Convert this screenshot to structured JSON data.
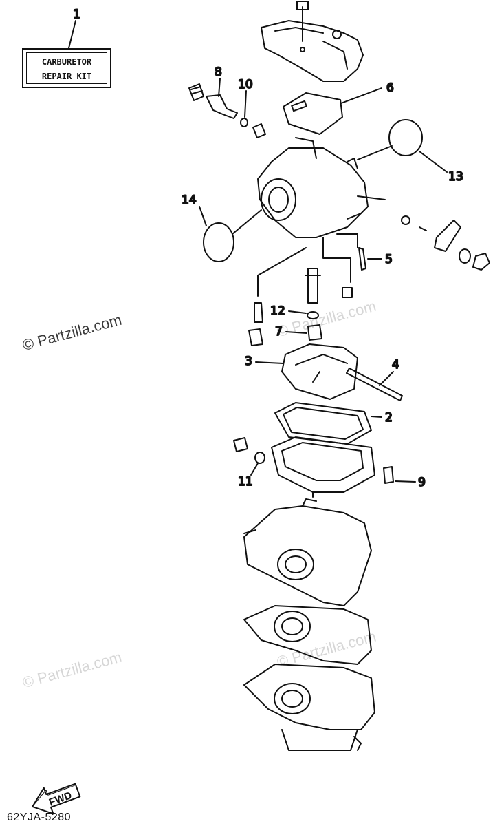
{
  "kit_box": {
    "line1": "CARBURETOR",
    "line2": "REPAIR KIT"
  },
  "callouts": {
    "c1": "1",
    "c2": "2",
    "c3": "3",
    "c4": "4",
    "c5": "5",
    "c6": "6",
    "c7": "7",
    "c8": "8",
    "c9": "9",
    "c10": "10",
    "c11": "11",
    "c12": "12",
    "c13": "13",
    "c14": "14"
  },
  "fwd_label": "FWD",
  "diagram_code": "62YJA-5280",
  "watermark": "© Partzilla.com",
  "colors": {
    "ink": "#111111",
    "watermark": "#d6d6d6",
    "watermark_dark": "#3a3a3a"
  }
}
